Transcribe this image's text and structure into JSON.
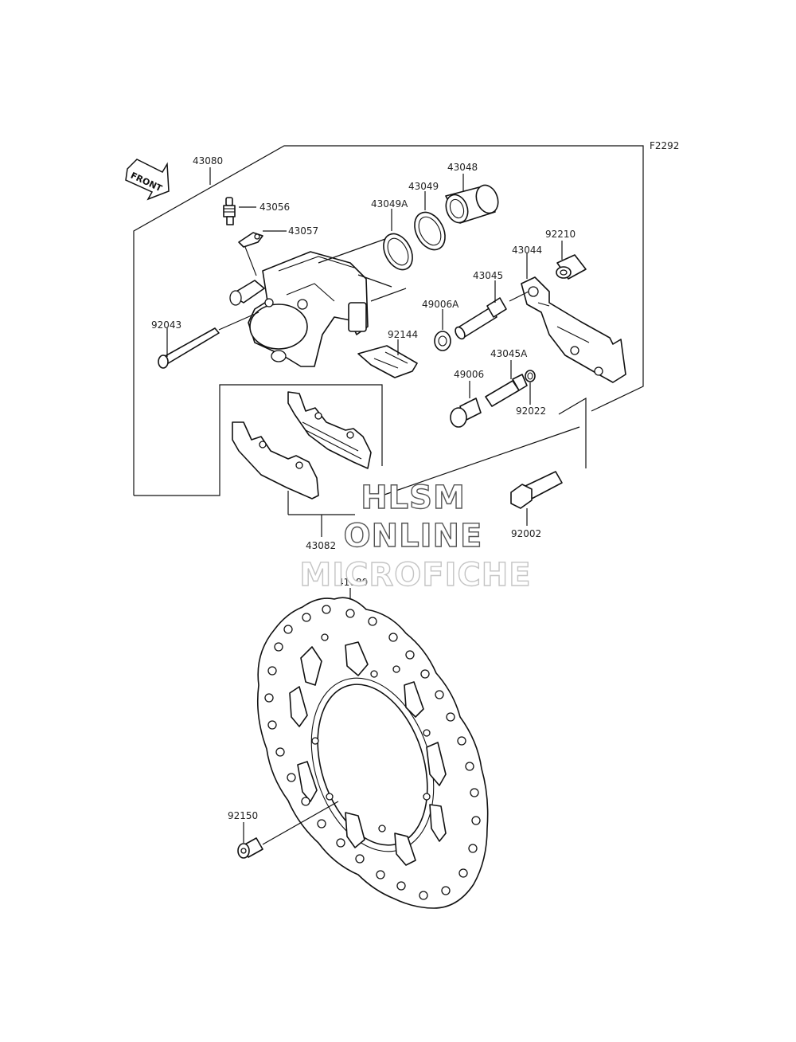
{
  "diagram_code": "F2292",
  "front_label": "FRONT",
  "parts": {
    "p43080": "43080",
    "p43056": "43056",
    "p43057": "43057",
    "p92043": "92043",
    "p43049A": "43049A",
    "p43049": "43049",
    "p43048": "43048",
    "p92210": "92210",
    "p43044": "43044",
    "p43045": "43045",
    "p49006A": "49006A",
    "p92144": "92144",
    "p43045A": "43045A",
    "p49006": "49006",
    "p92022": "92022",
    "p43082": "43082",
    "p92002": "92002",
    "p41080": "41080",
    "p92150": "92150"
  },
  "watermark": {
    "line1": "HLSM",
    "line2": "ONLINE",
    "line3": "MICROFICHE"
  }
}
